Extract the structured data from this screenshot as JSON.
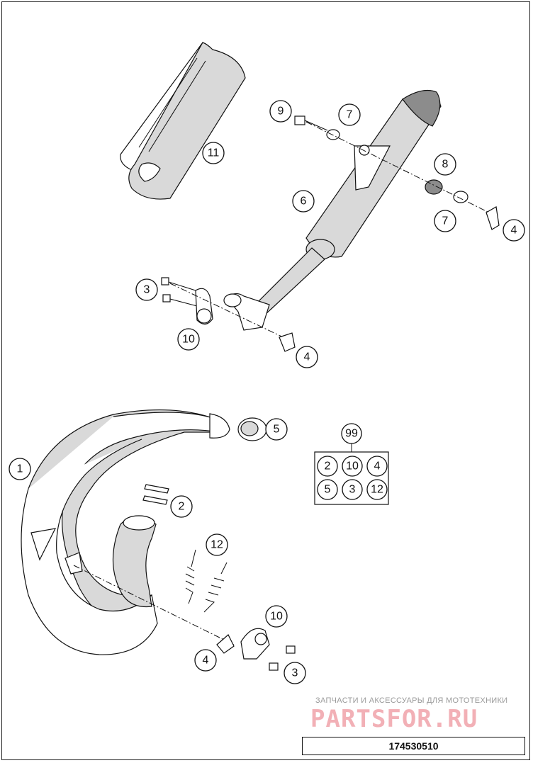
{
  "callouts": [
    {
      "label": "11"
    },
    {
      "label": "9"
    },
    {
      "label": "7"
    },
    {
      "label": "6"
    },
    {
      "label": "8"
    },
    {
      "label": "7"
    },
    {
      "label": "4"
    },
    {
      "label": "3"
    },
    {
      "label": "10"
    },
    {
      "label": "4"
    },
    {
      "label": "5"
    },
    {
      "label": "1"
    },
    {
      "label": "2"
    },
    {
      "label": "12"
    },
    {
      "label": "10"
    },
    {
      "label": "4"
    },
    {
      "label": "3"
    }
  ],
  "kit": {
    "label": "99",
    "items": [
      "2",
      "10",
      "4",
      "5",
      "3",
      "12"
    ]
  },
  "watermark": {
    "caption": "ЗАПЧАСТИ И АКСЕССУАРЫ ДЛЯ МОТОТЕХНИКИ",
    "brand": "PARTSFOR.RU"
  },
  "drawing_number": "174530510"
}
